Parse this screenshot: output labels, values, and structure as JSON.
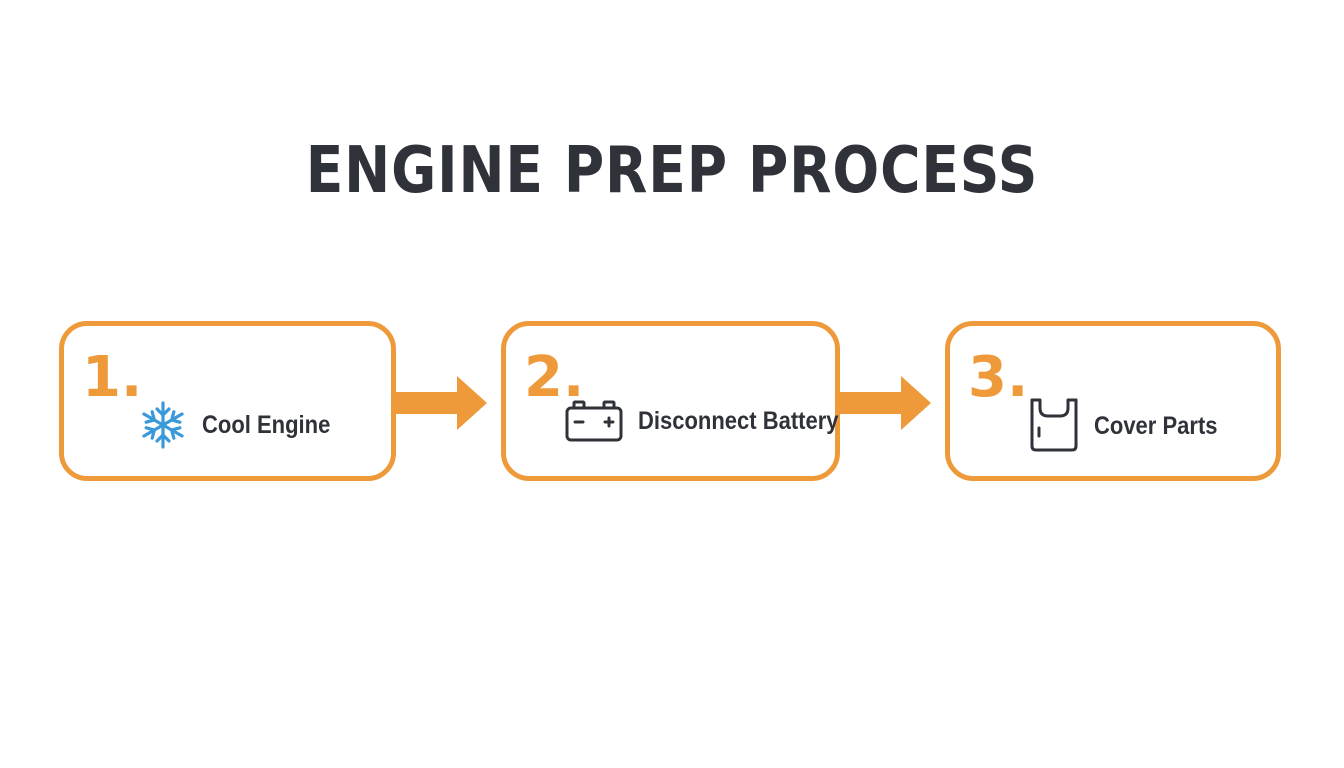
{
  "title": "ENGINE PREP PROCESS",
  "colors": {
    "accent": "#ee9a3a",
    "text": "#2f3339",
    "snowflake": "#3a9ad9"
  },
  "steps": [
    {
      "number": "1.",
      "label": "Cool Engine",
      "icon": "snowflake-icon"
    },
    {
      "number": "2.",
      "label": "Disconnect Battery",
      "icon": "battery-icon"
    },
    {
      "number": "3.",
      "label": "Cover Parts",
      "icon": "cover-bag-icon"
    }
  ]
}
